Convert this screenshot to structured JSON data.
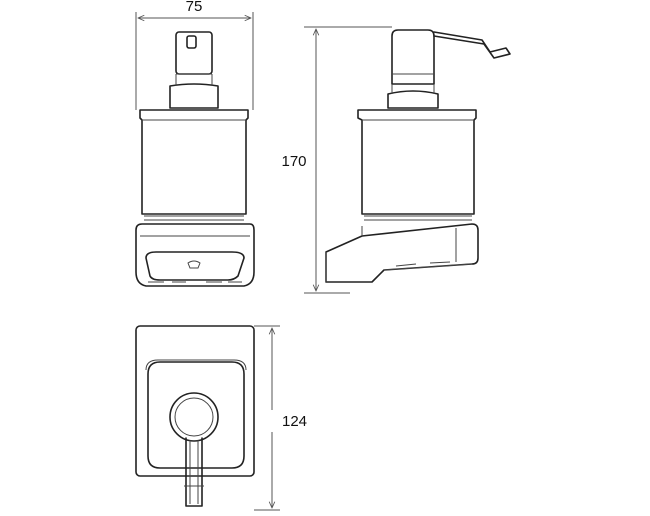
{
  "dimensions": {
    "width_label": "75",
    "height_label": "170",
    "depth_label": "124"
  },
  "views": [
    "front-view",
    "side-view",
    "bottom-view"
  ],
  "colors": {
    "line": "#222222",
    "dimension": "#555555",
    "background": "#ffffff"
  }
}
